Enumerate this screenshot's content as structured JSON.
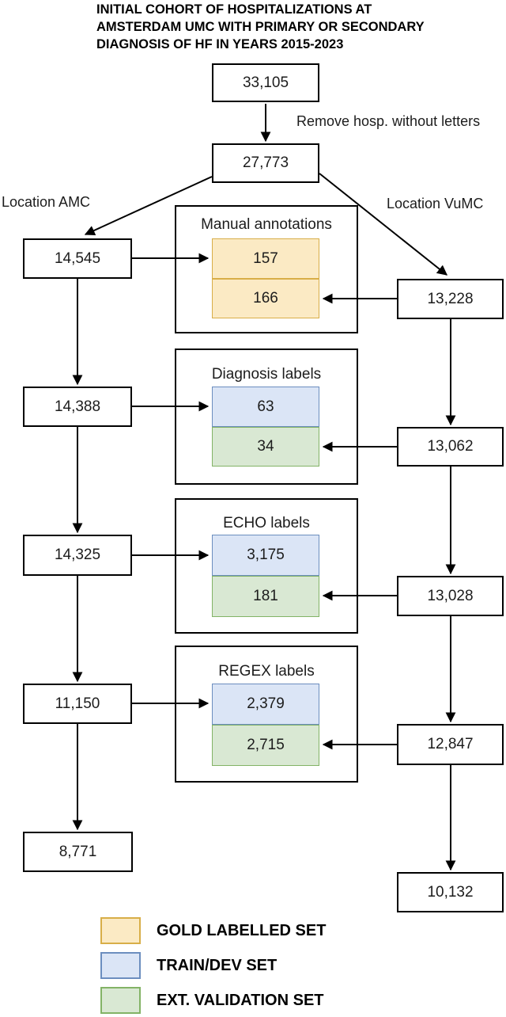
{
  "title": {
    "line1": "INITIAL COHORT OF HOSPITALIZATIONS AT",
    "line2": "AMSTERDAM UMC WITH PRIMARY OR SECONDARY",
    "line3": "DIAGNOSIS OF HF IN YEARS 2015-2023"
  },
  "flow": {
    "initial_count": "33,105",
    "edge_label": "Remove hosp. without letters",
    "filtered_count": "27,773",
    "branch_left": "Location AMC",
    "branch_right": "Location VuMC",
    "left_column": [
      "14,545",
      "14,388",
      "14,325",
      "11,150",
      "8,771"
    ],
    "right_column": [
      "13,228",
      "13,062",
      "13,028",
      "12,847",
      "10,132"
    ],
    "stages": [
      {
        "title": "Manual annotations",
        "top": {
          "value": "157",
          "set": "gold"
        },
        "bottom": {
          "value": "166",
          "set": "gold"
        }
      },
      {
        "title": "Diagnosis labels",
        "top": {
          "value": "63",
          "set": "train"
        },
        "bottom": {
          "value": "34",
          "set": "ext"
        }
      },
      {
        "title": "ECHO labels",
        "top": {
          "value": "3,175",
          "set": "train"
        },
        "bottom": {
          "value": "181",
          "set": "ext"
        }
      },
      {
        "title": "REGEX labels",
        "top": {
          "value": "2,379",
          "set": "train"
        },
        "bottom": {
          "value": "2,715",
          "set": "ext"
        }
      }
    ]
  },
  "sets": {
    "gold": {
      "label": "GOLD LABELLED SET",
      "fill": "#FBEAC4",
      "stroke": "#D8AE48"
    },
    "train": {
      "label": "TRAIN/DEV SET",
      "fill": "#DBE5F6",
      "stroke": "#6C8EBF"
    },
    "ext": {
      "label": "EXT. VALIDATION SET",
      "fill": "#D9E8D3",
      "stroke": "#83B366"
    }
  },
  "legend": [
    "gold",
    "train",
    "ext"
  ]
}
